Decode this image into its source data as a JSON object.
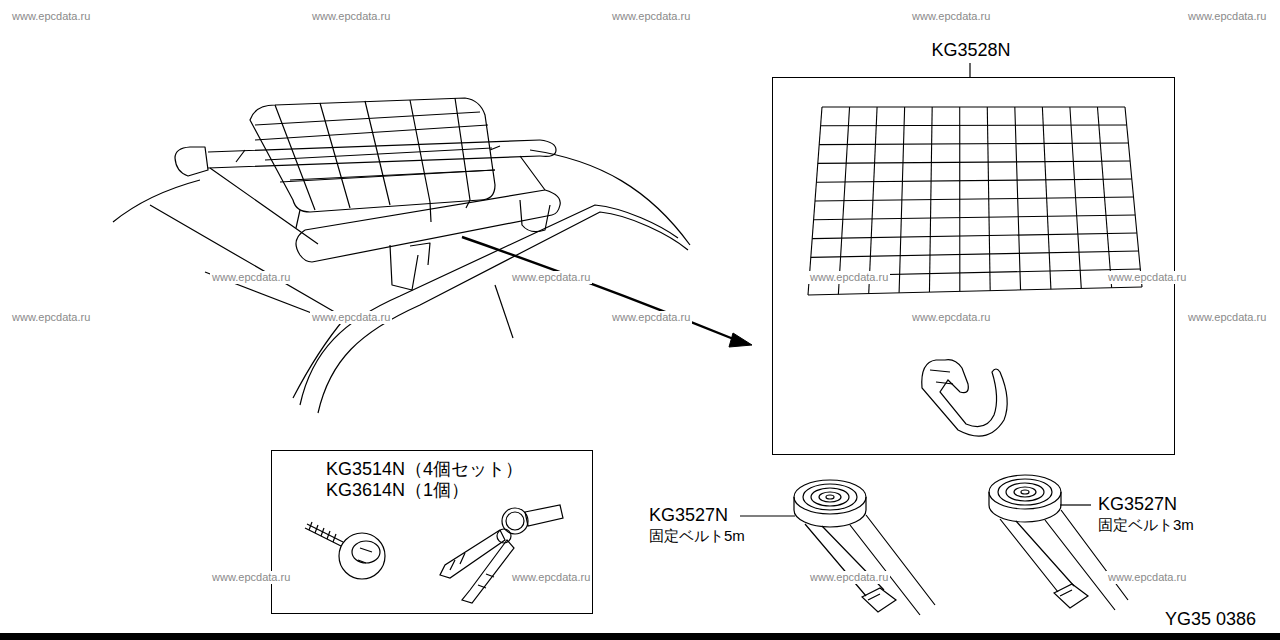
{
  "diagram": {
    "nodes": [
      {
        "text": [
          "KG3528N"
        ]
      },
      {
        "text": [
          "KG3514N（4個セット）",
          "KG3614N（1個）"
        ]
      }
    ],
    "labels": [
      "www.epcdata.ru",
      "www.epcdata.ru",
      "www.epcdata.ru",
      "www.epcdata.ru",
      "www.epcdata.ru",
      "www.epcdata.ru",
      "www.epcdata.ru",
      "www.epcdata.ru",
      "www.epcdata.ru",
      "www.epcdata.ru",
      "www.epcdata.ru",
      "www.epcdata.ru",
      "www.epcdata.ru",
      "www.epcdata.ru",
      "www.epcdata.ru",
      "www.epcdata.ru",
      "www.epcdata.ru",
      "www.epcdata.ru",
      "KG3527N",
      "固定ベルト5m",
      "KG3527N",
      "固定ベルト3m",
      "YG35 0386"
    ]
  }
}
